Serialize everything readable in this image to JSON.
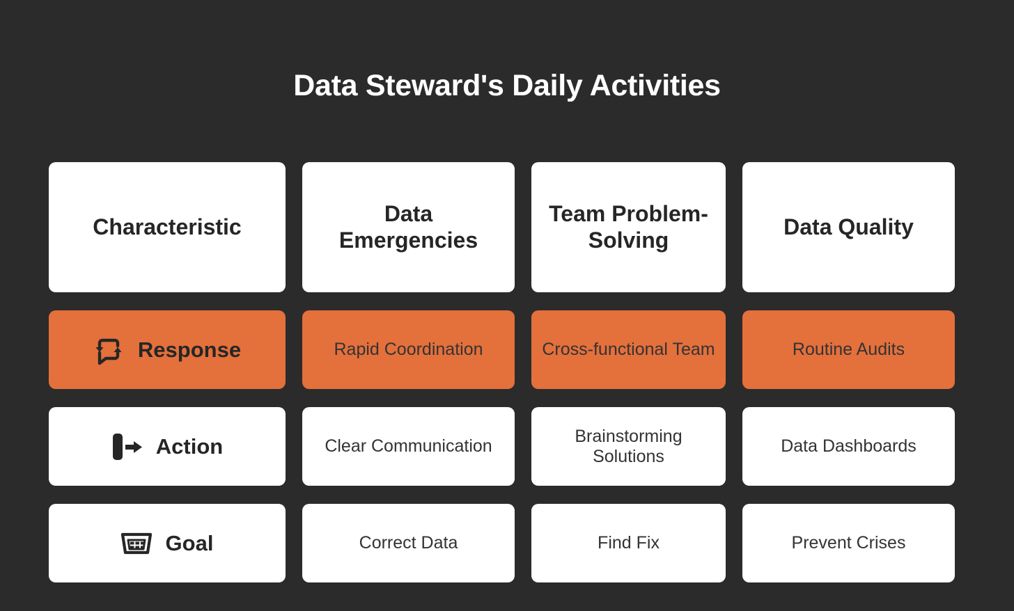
{
  "page": {
    "title": "Data Steward's Daily Activities",
    "background_color": "#2b2b2b",
    "accent_color": "#e4703c",
    "card_color": "#ffffff",
    "title_color": "#ffffff",
    "text_color": "#262626"
  },
  "matrix": {
    "header_row": {
      "cells": [
        {
          "label": "Characteristic"
        },
        {
          "label": "Data Emergencies"
        },
        {
          "label": "Team Problem-Solving"
        },
        {
          "label": "Data Quality"
        }
      ]
    },
    "rows": [
      {
        "highlighted": true,
        "icon": "response-loop-icon",
        "label": "Response",
        "cells": [
          {
            "label": "Rapid Coordination"
          },
          {
            "label": "Cross-functional Team"
          },
          {
            "label": "Routine Audits"
          }
        ]
      },
      {
        "highlighted": false,
        "icon": "bar-arrow-right-icon",
        "label": "Action",
        "cells": [
          {
            "label": "Clear Communication"
          },
          {
            "label": "Brainstorming Solutions"
          },
          {
            "label": "Data Dashboards"
          }
        ]
      },
      {
        "highlighted": false,
        "icon": "goal-net-icon",
        "label": "Goal",
        "cells": [
          {
            "label": "Correct Data"
          },
          {
            "label": "Find Fix"
          },
          {
            "label": "Prevent Crises"
          }
        ]
      }
    ]
  }
}
